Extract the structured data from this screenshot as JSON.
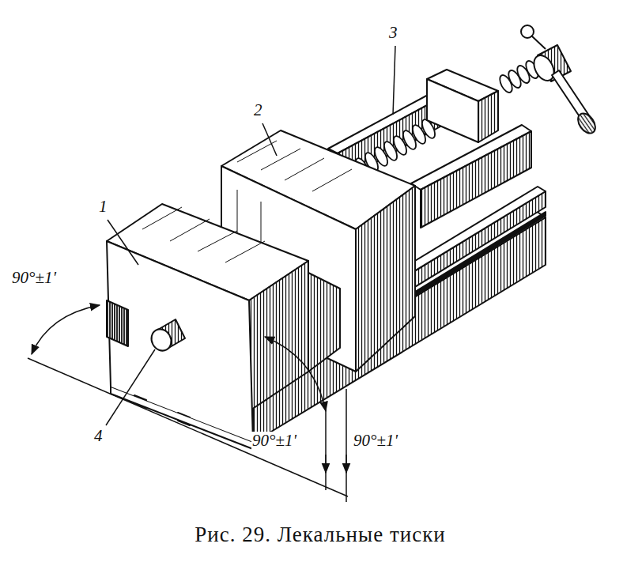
{
  "diagram": {
    "caption": "Рис. 29. Лекальные тиски",
    "labels": [
      "1",
      "2",
      "3",
      "4",
      "90°±1'",
      "90°±1'",
      "90°±1'"
    ]
  }
}
